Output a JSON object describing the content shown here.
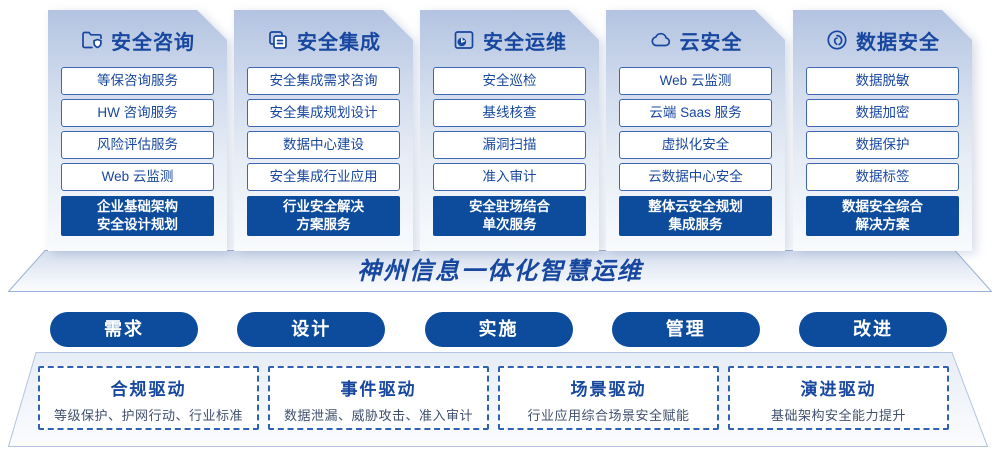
{
  "colors": {
    "accent_blue": "#0d4c9c",
    "text_blue": "#17479f",
    "item_border": "#3d68b0",
    "dashed_border": "#2f62b0",
    "subtitle_gray": "#41506f"
  },
  "columns": [
    {
      "icon": "folder-shield-icon",
      "title": "安全咨询",
      "items": [
        "等保咨询服务",
        "HW 咨询服务",
        "风险评估服务",
        "Web 云监测"
      ],
      "highlight": [
        "企业基础架构",
        "安全设计规划"
      ]
    },
    {
      "icon": "copy-documents-icon",
      "title": "安全集成",
      "items": [
        "安全集成需求咨询",
        "安全集成规划设计",
        "数据中心建设",
        "安全集成行业应用"
      ],
      "highlight": [
        "行业安全解决",
        "方案服务"
      ]
    },
    {
      "icon": "ops-clock-icon",
      "title": "安全运维",
      "items": [
        "安全巡检",
        "基线核查",
        "漏洞扫描",
        "准入审计"
      ],
      "highlight": [
        "安全驻场结合",
        "单次服务"
      ]
    },
    {
      "icon": "cloud-icon",
      "title": "云安全",
      "items": [
        "Web 云监测",
        "云端 Saas 服务",
        "虚拟化安全",
        "云数据中心安全"
      ],
      "highlight": [
        "整体云安全规划",
        "集成服务"
      ]
    },
    {
      "icon": "fingerprint-icon",
      "title": "数据安全",
      "items": [
        "数据脱敏",
        "数据加密",
        "数据保护",
        "数据标签"
      ],
      "highlight": [
        "数据安全综合",
        "解决方案"
      ]
    }
  ],
  "banner": {
    "title": "神州信息一体化智慧运维"
  },
  "phases": [
    "需求",
    "设计",
    "实施",
    "管理",
    "改进"
  ],
  "drivers": [
    {
      "title": "合规驱动",
      "subtitle": "等级保护、护网行动、行业标准"
    },
    {
      "title": "事件驱动",
      "subtitle": "数据泄漏、威胁攻击、准入审计"
    },
    {
      "title": "场景驱动",
      "subtitle": "行业应用综合场景安全赋能"
    },
    {
      "title": "演进驱动",
      "subtitle": "基础架构安全能力提升"
    }
  ]
}
